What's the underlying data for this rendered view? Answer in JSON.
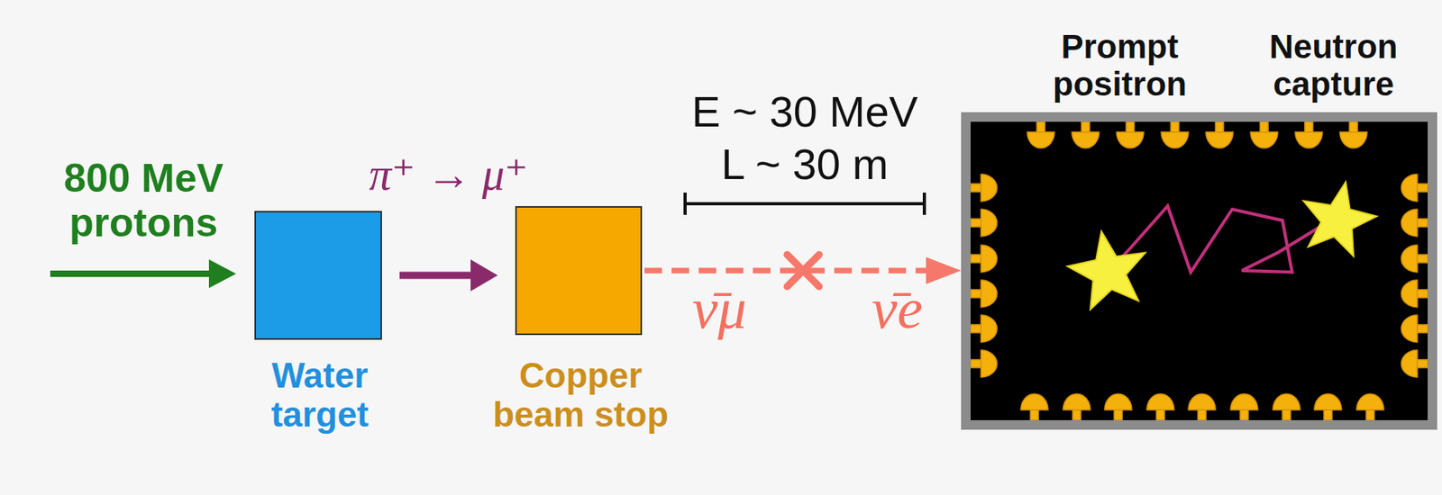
{
  "diagram": {
    "nodes": [
      {
        "text": [
          "Water target"
        ]
      },
      {
        "text": [
          "Copper beam stop"
        ]
      },
      {
        "text": [
          "Prompt positron",
          "Neutron capture"
        ]
      }
    ],
    "edges": [
      {
        "from": 0,
        "to": 1,
        "arrow": "to",
        "label": "π⁺ → μ⁺"
      },
      {
        "from": 1,
        "to": 2,
        "arrow": "to"
      }
    ],
    "labels": [
      "800 MeV protons",
      "E ~ 30 MeV",
      "L ~ 30 m",
      "ν̄μ",
      "ν̄e"
    ]
  }
}
